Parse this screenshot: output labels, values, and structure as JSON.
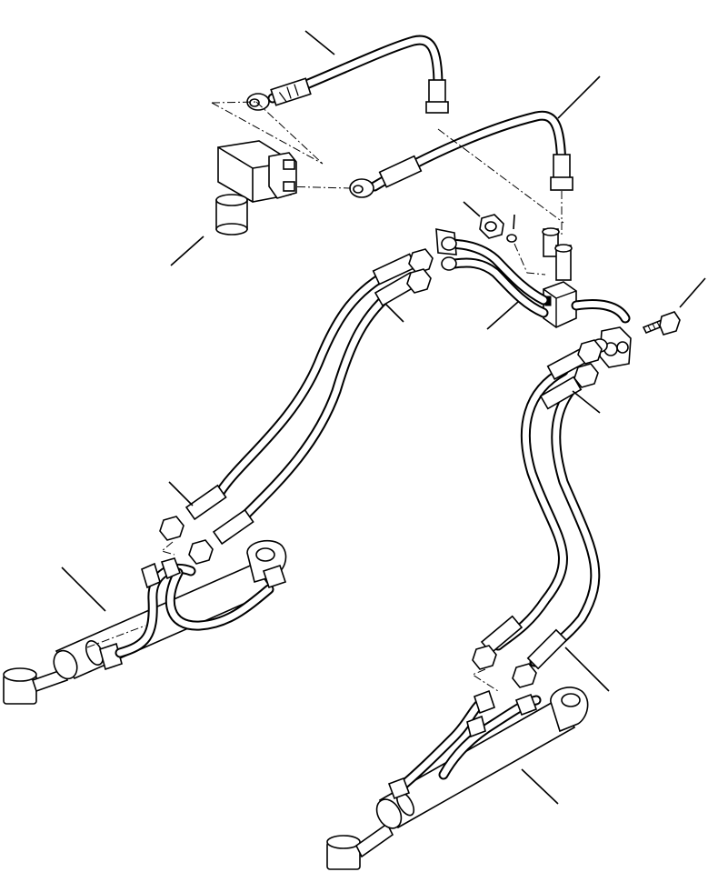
{
  "diagram": {
    "ink_color": "#000000",
    "paper_color": "#ffffff",
    "parts": [
      "upper-hose-a",
      "upper-hose-b",
      "valve-block",
      "left-hose-pair",
      "right-hose-pair",
      "left-cylinder",
      "right-cylinder",
      "mounting-bolt",
      "hex-nut",
      "o-ring",
      "control-valve"
    ]
  }
}
